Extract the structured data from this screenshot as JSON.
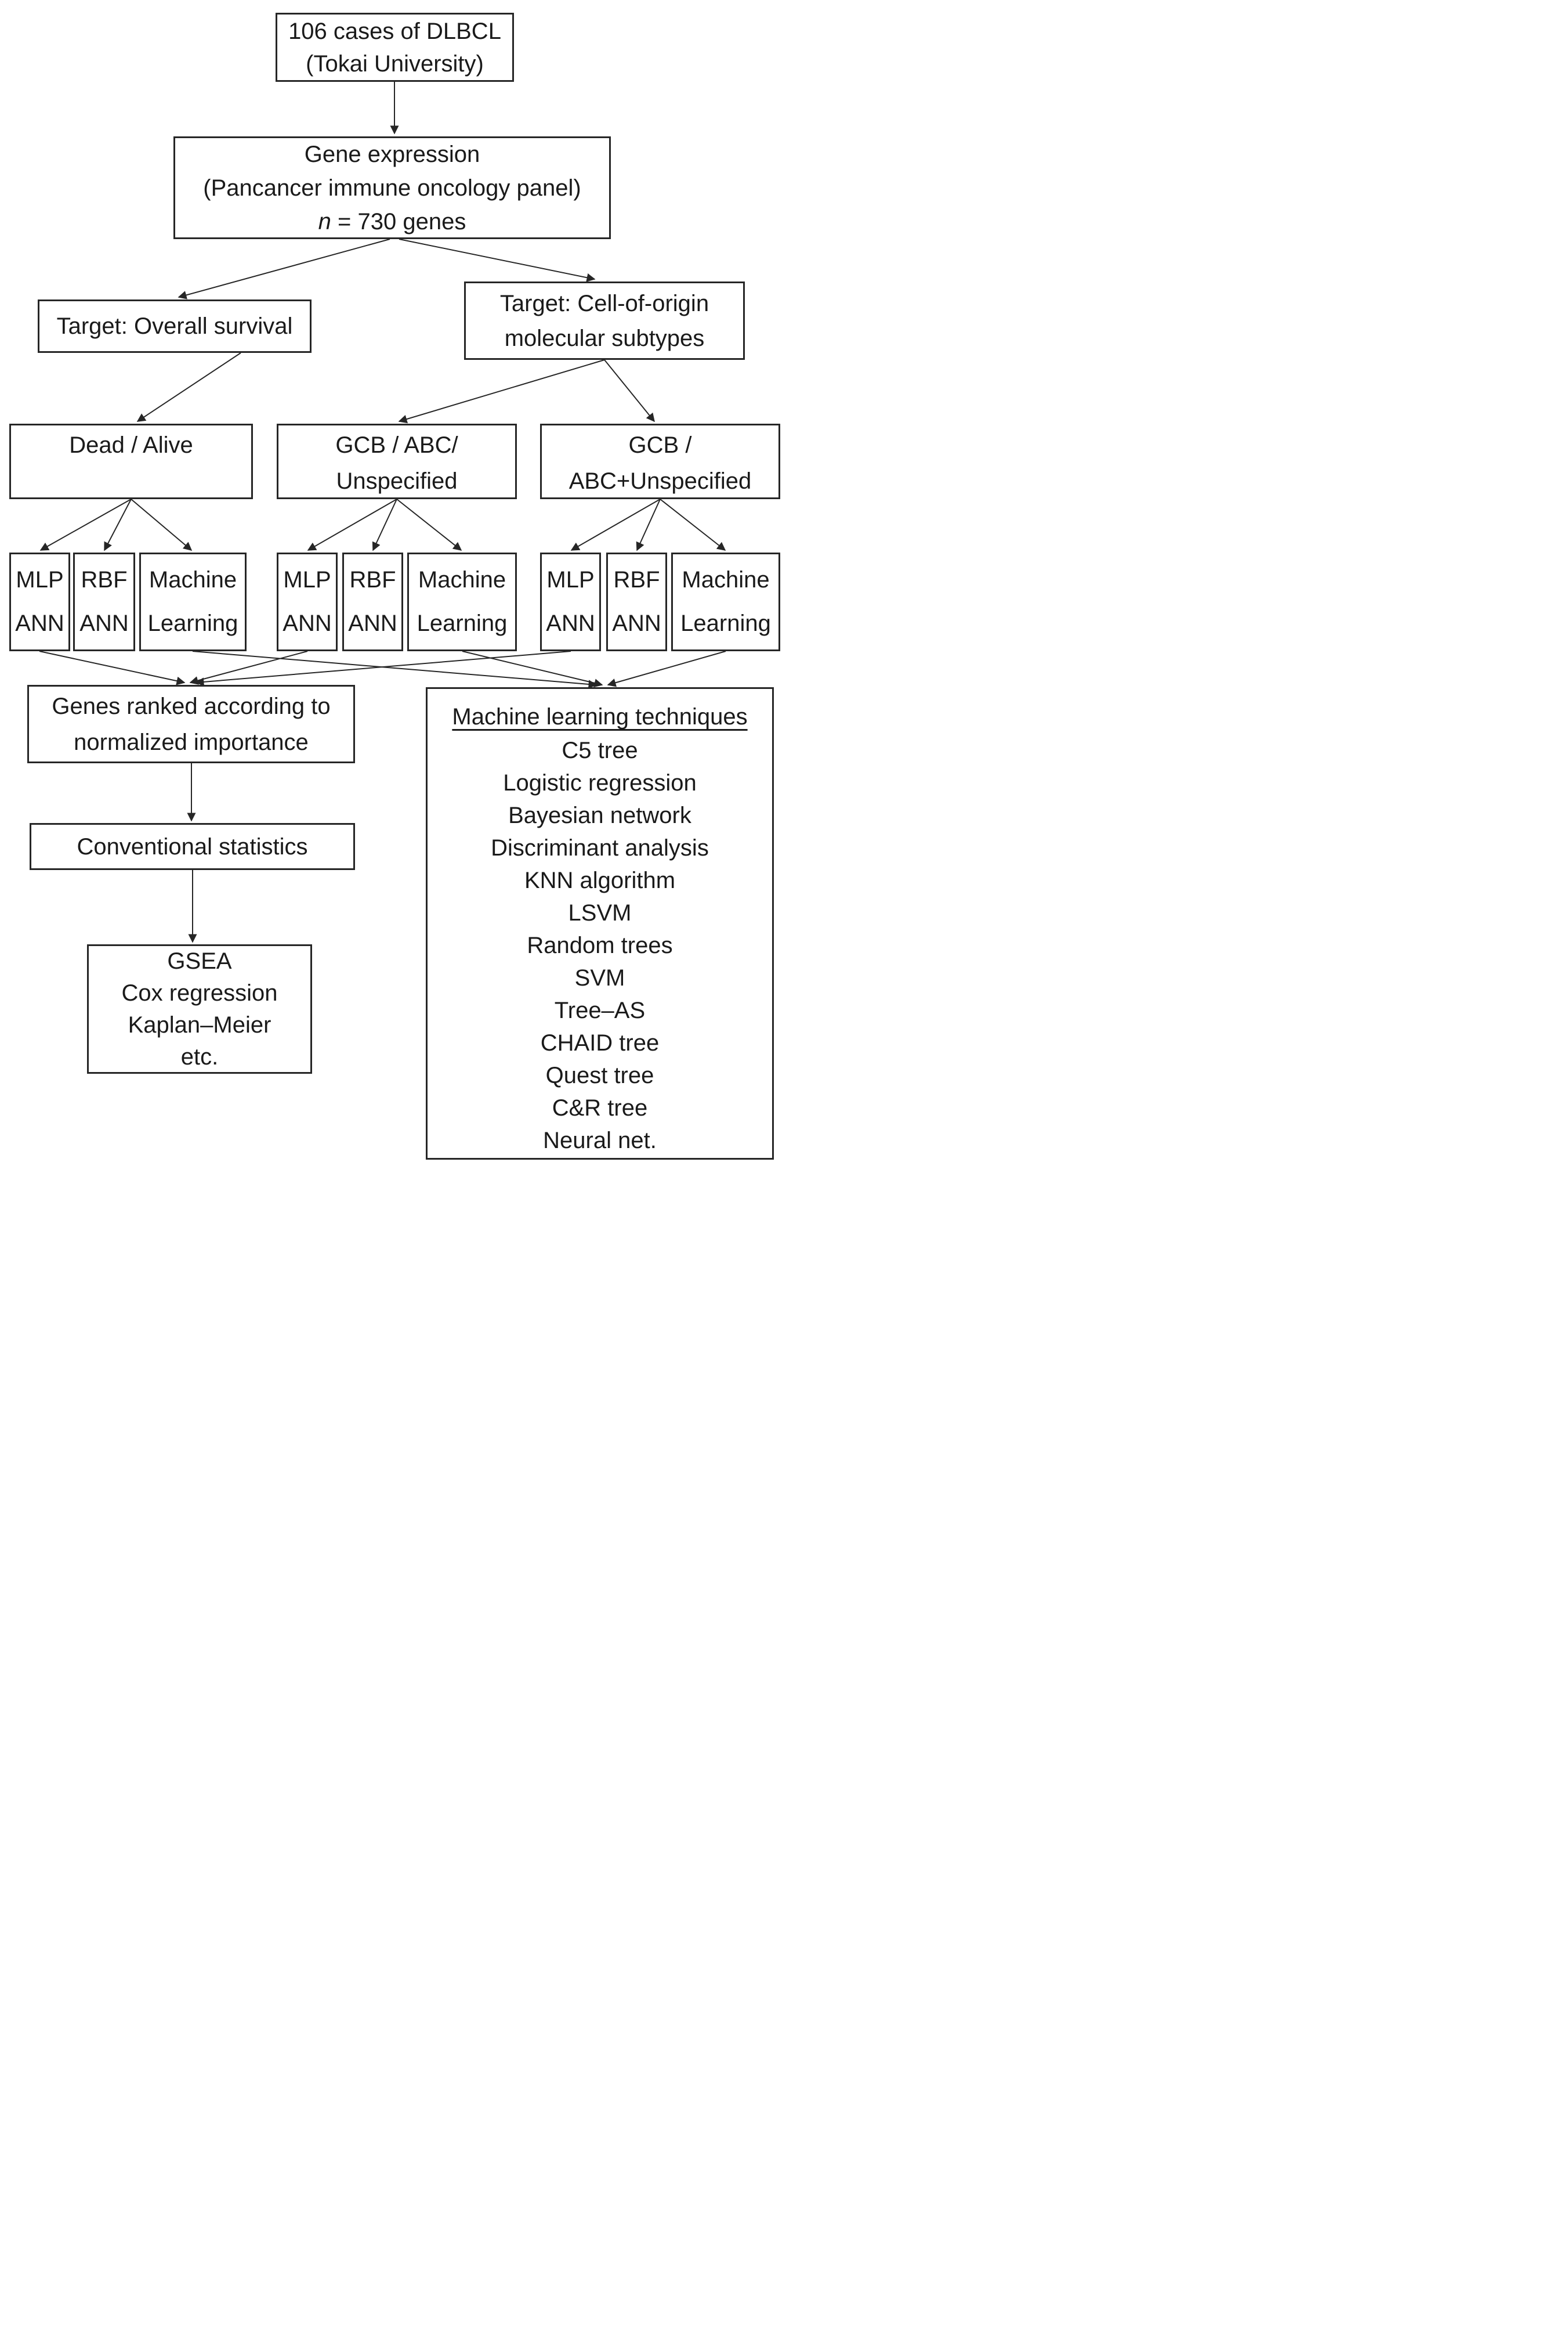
{
  "figure_type": "flowchart",
  "colors": {
    "background": "#ffffff",
    "text": "#1a1a1a",
    "box_border": "#262626",
    "arrow": "#262626"
  },
  "nodes": {
    "cases": {
      "line1": "106 cases of DLBCL",
      "line2": "(Tokai University)"
    },
    "gene_expression": {
      "line1": "Gene expression",
      "line2": "(Pancancer immune oncology panel)",
      "n_var": "n",
      "n_rest": " = 730 genes"
    },
    "target_os": {
      "line1": "Target: Overall survival"
    },
    "target_coo": {
      "line1": "Target: Cell-of-origin",
      "line2": "molecular subtypes"
    },
    "dead_alive": {
      "line1": "Dead / Alive"
    },
    "gcb_abc": {
      "line1": "GCB / ABC/",
      "line2": "Unspecified"
    },
    "gcb_abc_plus": {
      "line1": "GCB /",
      "line2": "ABC+Unspecified"
    },
    "mlp_ann": {
      "line1": "MLP",
      "line2": "ANN"
    },
    "rbf_ann": {
      "line1": "RBF",
      "line2": "ANN"
    },
    "machine_learning": {
      "line1": "Machine",
      "line2": "Learning"
    },
    "genes_ranked": {
      "line1": "Genes ranked according to",
      "line2": "normalized importance"
    },
    "conventional_stats": {
      "line1": "Conventional statistics"
    },
    "stats_methods": {
      "line1": "GSEA",
      "line2": "Cox regression",
      "line3": "Kaplan–Meier",
      "line4": "etc."
    },
    "ml_techniques": {
      "title": "Machine learning techniques",
      "items": [
        "C5 tree",
        "Logistic regression",
        "Bayesian network",
        "Discriminant analysis",
        "KNN algorithm",
        "LSVM",
        "Random trees",
        "SVM",
        "Tree–AS",
        "CHAID tree",
        "Quest tree",
        "C&R tree",
        "Neural net."
      ]
    }
  },
  "edges": [
    {
      "from": "cases",
      "to": "gene_expression"
    },
    {
      "from": "gene_expression",
      "to": "target_os"
    },
    {
      "from": "gene_expression",
      "to": "target_coo"
    },
    {
      "from": "target_os",
      "to": "dead_alive"
    },
    {
      "from": "target_coo",
      "to": "gcb_abc"
    },
    {
      "from": "target_coo",
      "to": "gcb_abc_plus"
    },
    {
      "from": "dead_alive",
      "to": "mlp_ann_1"
    },
    {
      "from": "dead_alive",
      "to": "rbf_ann_1"
    },
    {
      "from": "dead_alive",
      "to": "machine_learning_1"
    },
    {
      "from": "gcb_abc",
      "to": "mlp_ann_2"
    },
    {
      "from": "gcb_abc",
      "to": "rbf_ann_2"
    },
    {
      "from": "gcb_abc",
      "to": "machine_learning_2"
    },
    {
      "from": "gcb_abc_plus",
      "to": "mlp_ann_3"
    },
    {
      "from": "gcb_abc_plus",
      "to": "rbf_ann_3"
    },
    {
      "from": "gcb_abc_plus",
      "to": "machine_learning_3"
    },
    {
      "from": "mlp_ann_1",
      "to": "genes_ranked"
    },
    {
      "from": "mlp_ann_2",
      "to": "genes_ranked"
    },
    {
      "from": "mlp_ann_3",
      "to": "genes_ranked"
    },
    {
      "from": "machine_learning_1",
      "to": "ml_techniques"
    },
    {
      "from": "machine_learning_2",
      "to": "ml_techniques"
    },
    {
      "from": "machine_learning_3",
      "to": "ml_techniques"
    },
    {
      "from": "genes_ranked",
      "to": "conventional_stats"
    },
    {
      "from": "conventional_stats",
      "to": "stats_methods"
    }
  ]
}
